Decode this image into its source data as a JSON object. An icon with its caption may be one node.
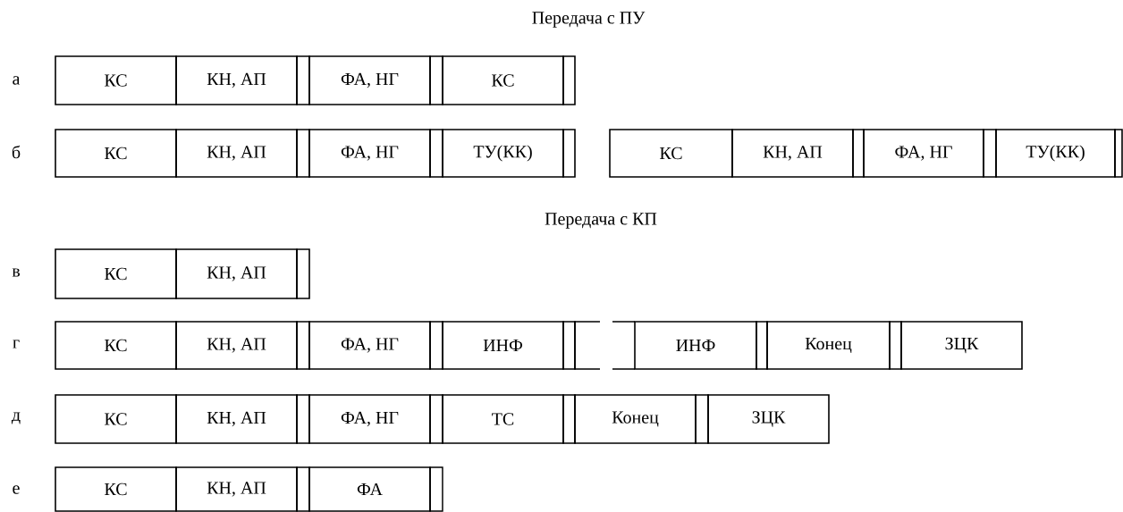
{
  "diagram": {
    "nodes": [
      {
        "text": [
          "КС"
        ]
      },
      {
        "text": [
          "КН, АП"
        ]
      },
      {
        "text": [
          "ФА, НГ"
        ]
      },
      {
        "text": [
          "КС"
        ]
      },
      {
        "text": [
          "КС"
        ]
      },
      {
        "text": [
          "КН, АП"
        ]
      },
      {
        "text": [
          "ФА, НГ"
        ]
      },
      {
        "text": [
          "ТУ(КК)"
        ]
      },
      {
        "text": [
          "КС"
        ]
      },
      {
        "text": [
          "КН, АП"
        ]
      },
      {
        "text": [
          "ФА, НГ"
        ]
      },
      {
        "text": [
          "ТУ(КК)"
        ]
      },
      {
        "text": [
          "КС"
        ]
      },
      {
        "text": [
          "КН, АП"
        ]
      },
      {
        "text": [
          "КС"
        ]
      },
      {
        "text": [
          "КН, АП"
        ]
      },
      {
        "text": [
          "ФА, НГ"
        ]
      },
      {
        "text": [
          "ИНФ"
        ]
      },
      {
        "text": [
          "ИНФ"
        ]
      },
      {
        "text": [
          "Конец"
        ]
      },
      {
        "text": [
          "ЗЦК"
        ]
      },
      {
        "text": [
          "КС"
        ]
      },
      {
        "text": [
          "КН, АП"
        ]
      },
      {
        "text": [
          "ФА, НГ"
        ]
      },
      {
        "text": [
          "ТС"
        ]
      },
      {
        "text": [
          "Конец"
        ]
      },
      {
        "text": [
          "ЗЦК"
        ]
      },
      {
        "text": [
          "КС"
        ]
      },
      {
        "text": [
          "КН, АП"
        ]
      },
      {
        "text": [
          "ФА"
        ]
      }
    ],
    "labels": [
      "Передача с ПУ",
      "а",
      "б",
      "Передача с КП",
      "в",
      "г",
      "д",
      "е"
    ]
  }
}
